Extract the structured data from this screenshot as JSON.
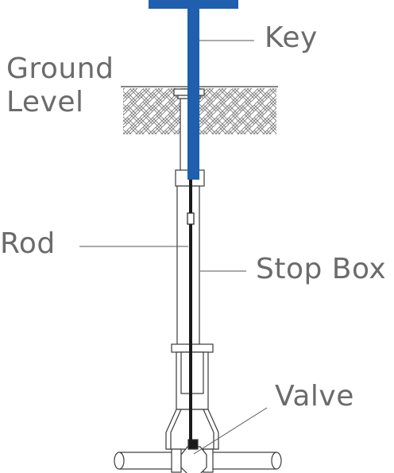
{
  "labels": {
    "key": "Key",
    "ground_level_line1": "Ground",
    "ground_level_line2": "Level",
    "rod": "Rod",
    "stop_box": "Stop Box",
    "valve": "Valve"
  },
  "colors": {
    "key": "#1f5fad",
    "outline": "#3a3a3a",
    "label_text": "#6b6b6b",
    "leader": "#555555"
  }
}
